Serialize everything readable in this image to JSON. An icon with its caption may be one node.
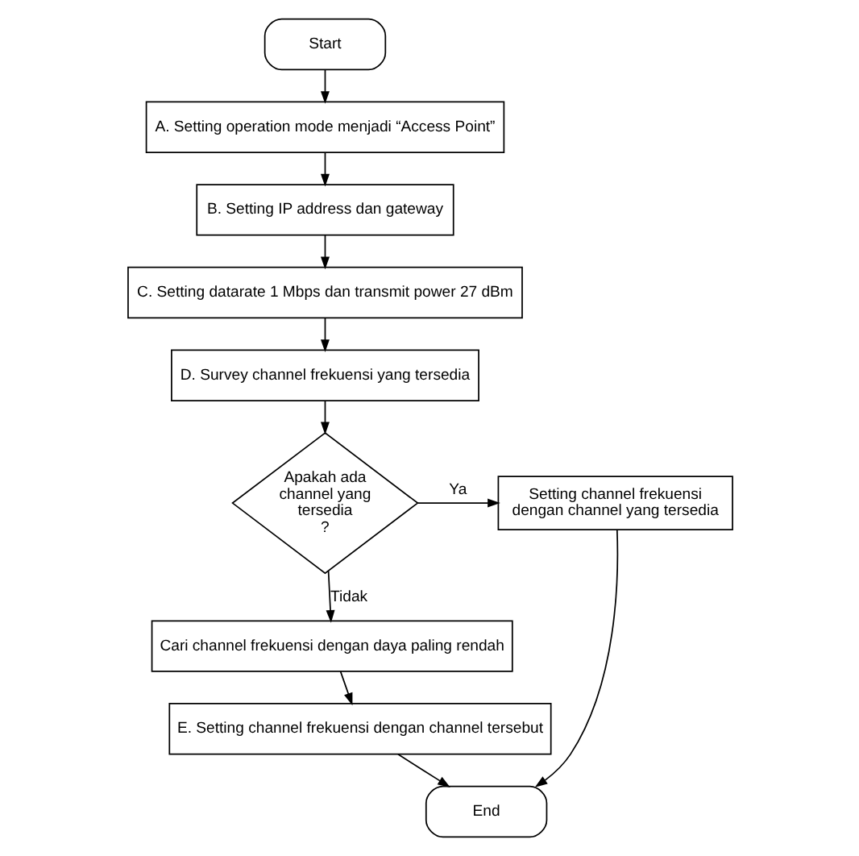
{
  "diagram": {
    "nodes": [
      {
        "text": [
          "Start"
        ]
      },
      {
        "text": [
          "A. Setting operation mode menjadi “Access Point”"
        ]
      },
      {
        "text": [
          "B. Setting IP address dan gateway"
        ]
      },
      {
        "text": [
          "C. Setting datarate 1 Mbps dan transmit power 27 dBm"
        ]
      },
      {
        "text": [
          "D. Survey channel frekuensi yang tersedia"
        ]
      },
      {
        "text": [
          "Apakah ada channel yang tersedia ?"
        ]
      },
      {
        "text": [
          "Setting channel frekuensi dengan channel yang tersedia"
        ]
      },
      {
        "text": [
          "Cari channel frekuensi dengan daya paling rendah"
        ]
      },
      {
        "text": [
          "E. Setting channel frekuensi dengan channel tersebut"
        ]
      },
      {
        "text": [
          "End"
        ]
      }
    ],
    "edges": [
      {
        "from": 0,
        "to": 1,
        "arrow": "to"
      },
      {
        "from": 1,
        "to": 2,
        "arrow": "to"
      },
      {
        "from": 2,
        "to": 3,
        "arrow": "to"
      },
      {
        "from": 3,
        "to": 4,
        "arrow": "to"
      },
      {
        "from": 4,
        "to": 5,
        "arrow": "to"
      },
      {
        "from": 5,
        "to": 6,
        "arrow": "to",
        "label": "Ya"
      },
      {
        "from": 5,
        "to": 7,
        "arrow": "to",
        "label": "Tidak"
      },
      {
        "from": 7,
        "to": 8,
        "arrow": "to"
      },
      {
        "from": 8,
        "to": 9,
        "arrow": "to"
      },
      {
        "from": 6,
        "to": 9,
        "arrow": "to"
      }
    ]
  }
}
